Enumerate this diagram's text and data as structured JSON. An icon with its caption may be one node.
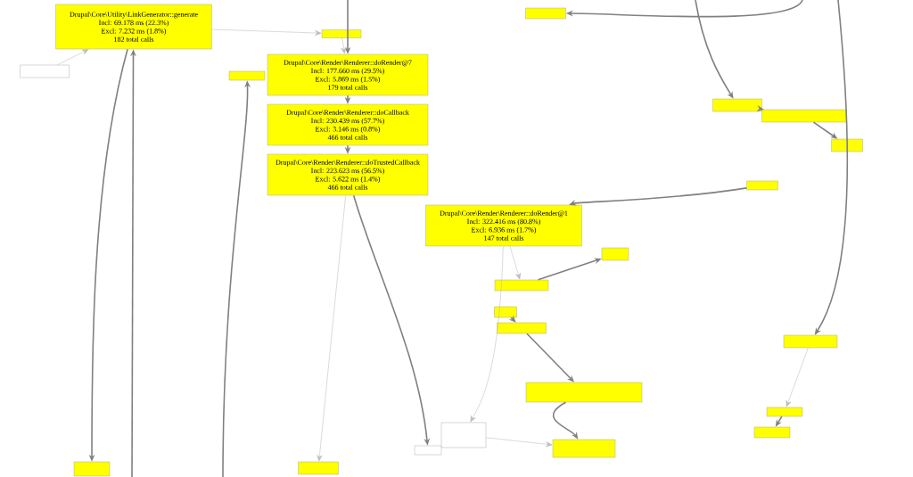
{
  "diagram": {
    "nodes": [
      {
        "text": [
          "Drupal\\Core\\Utility\\LinkGenerator::generate",
          "Incl: 69.178 ms (22.3%)",
          "Excl: 7.232 ms (1.8%)",
          "182 total calls"
        ]
      },
      {
        "text": [],
        "shape": "box"
      },
      {
        "text": [],
        "shape": "box"
      },
      {
        "text": [],
        "shape": "box"
      },
      {
        "text": [],
        "shape": "box"
      },
      {
        "text": [
          "Drupal\\Core\\Render\\Renderer::doRender@7",
          "Incl: 177.660 ms (29.5%)",
          "Excl: 5.869 ms (1.5%)",
          "179 total calls"
        ]
      },
      {
        "text": [
          "Drupal\\Core\\Render\\Renderer::doCallback",
          "Incl: 230.439 ms (57.7%)",
          "Excl: 3.146 ms (0.8%)",
          "466 total calls"
        ]
      },
      {
        "text": [
          "Drupal\\Core\\Render\\Renderer::doTrustedCallback",
          "Incl: 223.623 ms (56.5%)",
          "Excl: 5.622 ms (1.4%)",
          "466 total calls"
        ]
      },
      {
        "text": [],
        "shape": "box"
      },
      {
        "text": [],
        "shape": "box"
      },
      {
        "text": [],
        "shape": "box"
      },
      {
        "text": [
          "Drupal\\Core\\Render\\Renderer::doRender@1",
          "Incl: 322.416 ms (80.8%)",
          "Excl: 6.936 ms (1.7%)",
          "147 total calls"
        ]
      },
      {
        "text": [],
        "shape": "box"
      },
      {
        "text": [],
        "shape": "box"
      },
      {
        "text": [],
        "shape": "box"
      },
      {
        "text": [],
        "shape": "box"
      },
      {
        "text": [],
        "shape": "box"
      },
      {
        "text": [],
        "shape": "box"
      },
      {
        "text": [],
        "shape": "box"
      },
      {
        "text": [],
        "shape": "box"
      },
      {
        "text": [],
        "shape": "box"
      },
      {
        "text": [],
        "shape": "box"
      },
      {
        "text": [],
        "shape": "box"
      },
      {
        "text": [],
        "shape": "box"
      },
      {
        "text": [],
        "shape": "box"
      },
      {
        "text": [],
        "shape": "box"
      }
    ],
    "edges": [
      {
        "from": null,
        "to": 5,
        "arrow": "to"
      },
      {
        "from": 5,
        "to": 6,
        "arrow": "to"
      },
      {
        "from": 6,
        "to": 7,
        "arrow": "to"
      },
      {
        "from": null,
        "to": 0,
        "arrow": "to"
      },
      {
        "from": 0,
        "to": 23,
        "arrow": "to"
      },
      {
        "from": 7,
        "to": 25,
        "arrow": "to"
      },
      {
        "from": 12,
        "to": 11,
        "arrow": "to"
      },
      {
        "from": null,
        "to": 2,
        "arrow": "to"
      },
      {
        "from": null,
        "to": 8,
        "arrow": "to"
      },
      {
        "from": 8,
        "to": 9,
        "arrow": "to"
      },
      {
        "from": 9,
        "to": 10,
        "arrow": "to"
      },
      {
        "from": 14,
        "to": 13,
        "arrow": "to"
      },
      {
        "from": 15,
        "to": 16,
        "arrow": "to"
      },
      {
        "from": 16,
        "to": 18,
        "arrow": "to"
      },
      {
        "from": 18,
        "to": 21,
        "arrow": "to"
      },
      {
        "from": null,
        "to": 17,
        "arrow": "to"
      },
      {
        "from": 19,
        "to": 22,
        "arrow": "to"
      },
      {
        "from": null,
        "to": 4,
        "arrow": "to"
      },
      {
        "from": 0,
        "to": 1,
        "arrow": "to",
        "color": "#bbbbbb"
      },
      {
        "from": 3,
        "to": 0,
        "arrow": "to",
        "color": "#bbbbbb"
      },
      {
        "from": 1,
        "to": 5,
        "arrow": "to",
        "color": "#bbbbbb"
      },
      {
        "from": 11,
        "to": 14,
        "arrow": "to",
        "color": "#bbbbbb"
      },
      {
        "from": 11,
        "to": 20,
        "arrow": "to",
        "color": "#bbbbbb"
      },
      {
        "from": 17,
        "to": 19,
        "arrow": "to",
        "color": "#bbbbbb"
      },
      {
        "from": 20,
        "to": 21,
        "arrow": "to",
        "color": "#bbbbbb"
      },
      {
        "from": 7,
        "to": 24,
        "arrow": "to",
        "color": "#bbbbbb"
      }
    ]
  }
}
